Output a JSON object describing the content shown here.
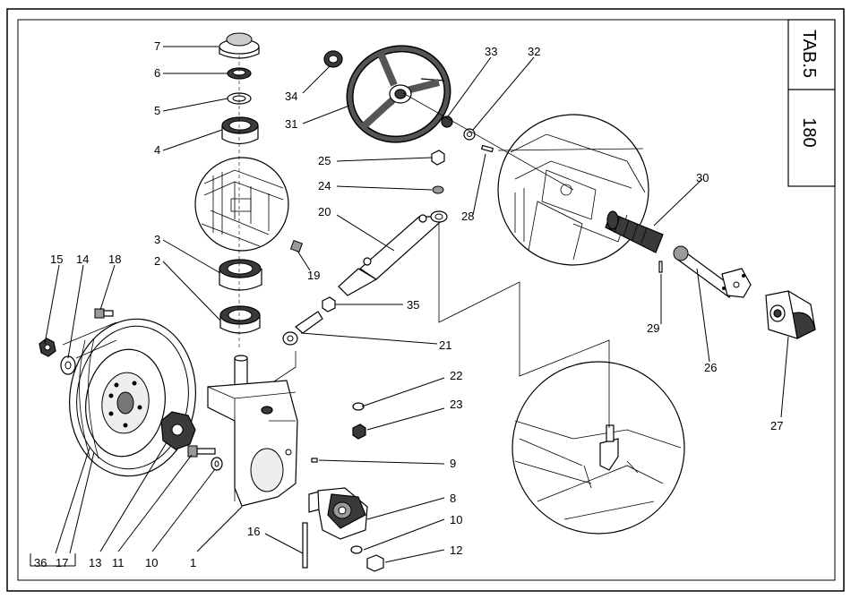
{
  "sheet": {
    "tab_label": "TAB.5",
    "page_number": "180"
  },
  "callouts": [
    {
      "id": "c7",
      "text": "7"
    },
    {
      "id": "c6",
      "text": "6"
    },
    {
      "id": "c5",
      "text": "5"
    },
    {
      "id": "c4",
      "text": "4"
    },
    {
      "id": "c3",
      "text": "3"
    },
    {
      "id": "c2",
      "text": "2"
    },
    {
      "id": "c15",
      "text": "15"
    },
    {
      "id": "c14",
      "text": "14"
    },
    {
      "id": "c18",
      "text": "18"
    },
    {
      "id": "c34",
      "text": "34"
    },
    {
      "id": "c31",
      "text": "31"
    },
    {
      "id": "c33",
      "text": "33"
    },
    {
      "id": "c32",
      "text": "32"
    },
    {
      "id": "c25",
      "text": "25"
    },
    {
      "id": "c24",
      "text": "24"
    },
    {
      "id": "c20",
      "text": "20"
    },
    {
      "id": "c28",
      "text": "28"
    },
    {
      "id": "c30",
      "text": "30"
    },
    {
      "id": "c19",
      "text": "19"
    },
    {
      "id": "c35",
      "text": "35"
    },
    {
      "id": "c21",
      "text": "21"
    },
    {
      "id": "c22",
      "text": "22"
    },
    {
      "id": "c23",
      "text": "23"
    },
    {
      "id": "c29",
      "text": "29"
    },
    {
      "id": "c26",
      "text": "26"
    },
    {
      "id": "c27",
      "text": "27"
    },
    {
      "id": "c9",
      "text": "9"
    },
    {
      "id": "c8",
      "text": "8"
    },
    {
      "id": "c10a",
      "text": "10"
    },
    {
      "id": "c12",
      "text": "12"
    },
    {
      "id": "c16",
      "text": "16"
    },
    {
      "id": "c36",
      "text": "36"
    },
    {
      "id": "c17",
      "text": "17"
    },
    {
      "id": "c13",
      "text": "13"
    },
    {
      "id": "c11",
      "text": "11"
    },
    {
      "id": "c10b",
      "text": "10"
    },
    {
      "id": "c1",
      "text": "1"
    }
  ]
}
